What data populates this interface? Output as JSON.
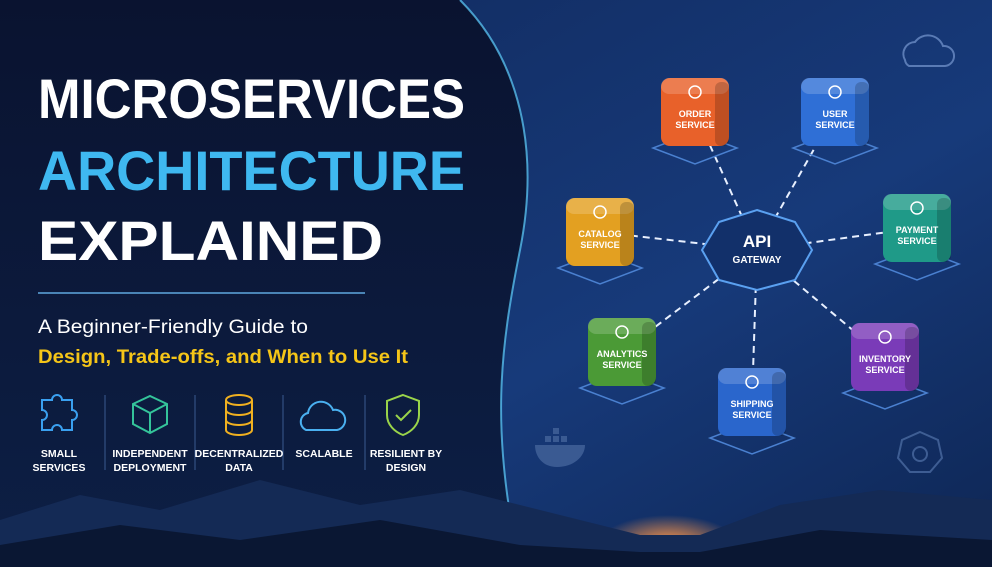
{
  "title": {
    "line1": "MICROSERVICES",
    "line2": "ARCHITECTURE",
    "line3": "EXPLAINED"
  },
  "subtitle": {
    "line1": "A Beginner-Friendly Guide to",
    "line2": "Design, Trade-offs, and When to Use It"
  },
  "features": [
    {
      "icon": "puzzle-icon",
      "line1": "SMALL",
      "line2": "SERVICES"
    },
    {
      "icon": "cube-icon",
      "line1": "INDEPENDENT",
      "line2": "DEPLOYMENT"
    },
    {
      "icon": "database-icon",
      "line1": "DECENTRALIZED",
      "line2": "DATA"
    },
    {
      "icon": "cloud-icon",
      "line1": "SCALABLE",
      "line2": ""
    },
    {
      "icon": "shield-check-icon",
      "line1": "RESILIENT BY",
      "line2": "DESIGN"
    }
  ],
  "gateway": {
    "line1": "API",
    "line2": "GATEWAY"
  },
  "services": [
    {
      "line1": "ORDER",
      "line2": "SERVICE",
      "color": "#e8612a",
      "icon": "cart-icon"
    },
    {
      "line1": "USER",
      "line2": "SERVICE",
      "color": "#2f6fd6",
      "icon": "user-icon"
    },
    {
      "line1": "CATALOG",
      "line2": "SERVICE",
      "color": "#e3a021",
      "icon": "percent-tag-icon"
    },
    {
      "line1": "PAYMENT",
      "line2": "SERVICE",
      "color": "#1f9a88",
      "icon": "credit-card-icon"
    },
    {
      "line1": "ANALYTICS",
      "line2": "SERVICE",
      "color": "#4b9a36",
      "icon": "pie-chart-icon"
    },
    {
      "line1": "SHIPPING",
      "line2": "SERVICE",
      "color": "#2a66cc",
      "icon": "truck-icon"
    },
    {
      "line1": "INVENTORY",
      "line2": "SERVICE",
      "color": "#7a3bb8",
      "icon": "box-icon"
    }
  ],
  "colors": {
    "accent_blue": "#3fb8f0",
    "accent_yellow": "#f5c518",
    "bg": "#0b1530"
  }
}
